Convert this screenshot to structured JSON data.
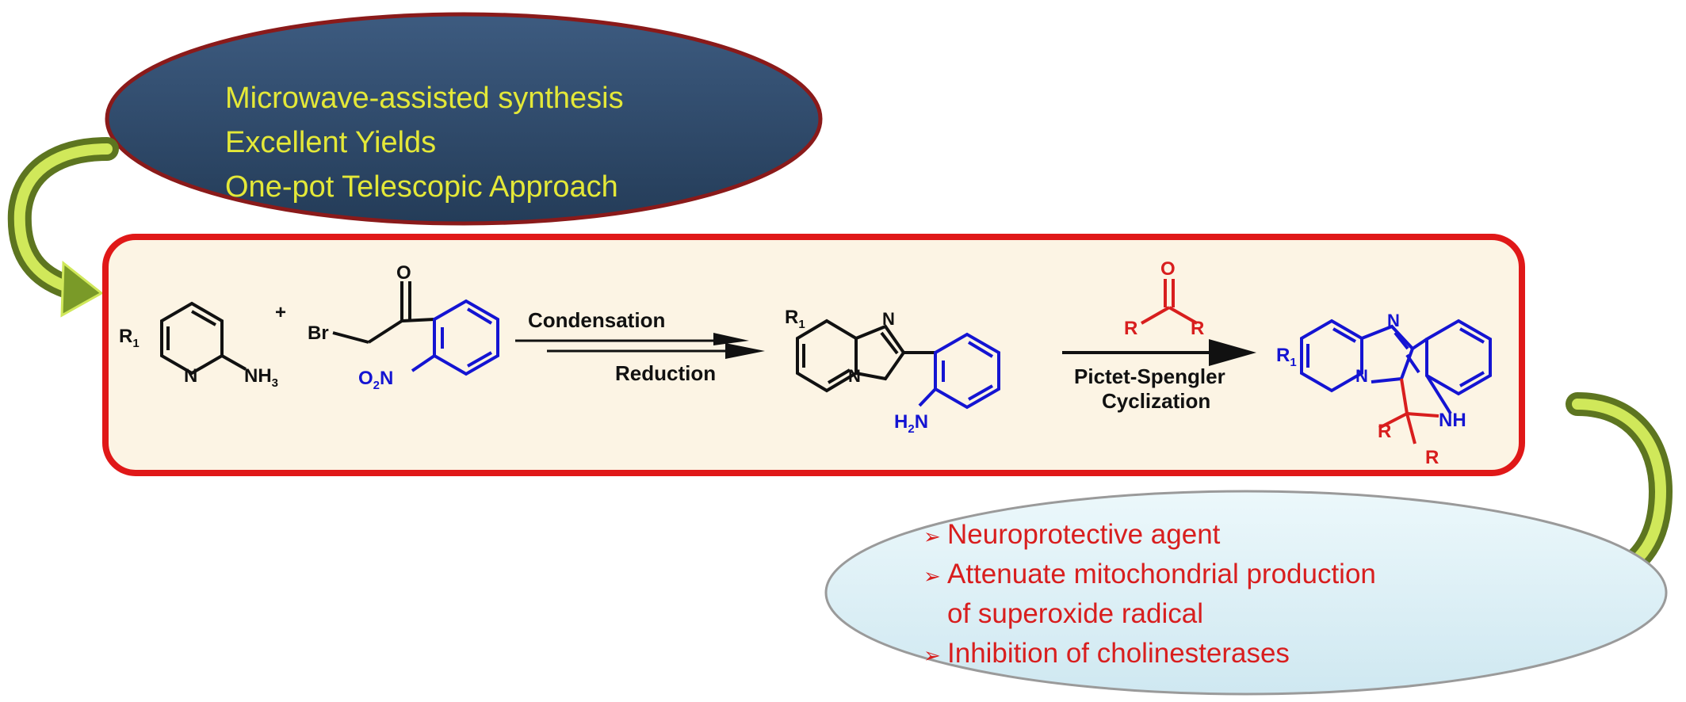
{
  "features": [
    "Microwave-assisted synthesis",
    "Excellent Yields",
    "One-pot Telescopic Approach"
  ],
  "reaction": {
    "step1_top": "Condensation",
    "step1_bottom": "Reduction",
    "step2_top": "Pictet-Spengler",
    "step2_bottom": "Cyclization",
    "atom_labels": {
      "R1": "R",
      "R1_sub": "1",
      "N": "N",
      "NH3": "NH",
      "NH3_sub": "3",
      "plus": "+",
      "Br": "Br",
      "O": "O",
      "NO2_O": "O",
      "NO2_sub": "2",
      "NO2_N": "N",
      "H2N_H": "H",
      "H2N_sub": "2",
      "H2N_N": "N",
      "R": "R",
      "NH": "NH"
    }
  },
  "applications": [
    {
      "marker": "➢",
      "text": "Neuroprotective agent"
    },
    {
      "marker": "➢",
      "text": "Attenuate mitochondrial production"
    },
    {
      "marker": "",
      "text": "of superoxide radical"
    },
    {
      "marker": "➢",
      "text": "Inhibition of cholinesterases"
    }
  ],
  "colors": {
    "top_ellipse": "#2e4a6a",
    "bottom_ellipse": "#dff1f7",
    "box_fill": "#fcf4e4",
    "box_border": "#e01818",
    "arrow": "#7c9a2e",
    "blue_structure": "#1414d2",
    "red_group": "#d81e1e"
  }
}
